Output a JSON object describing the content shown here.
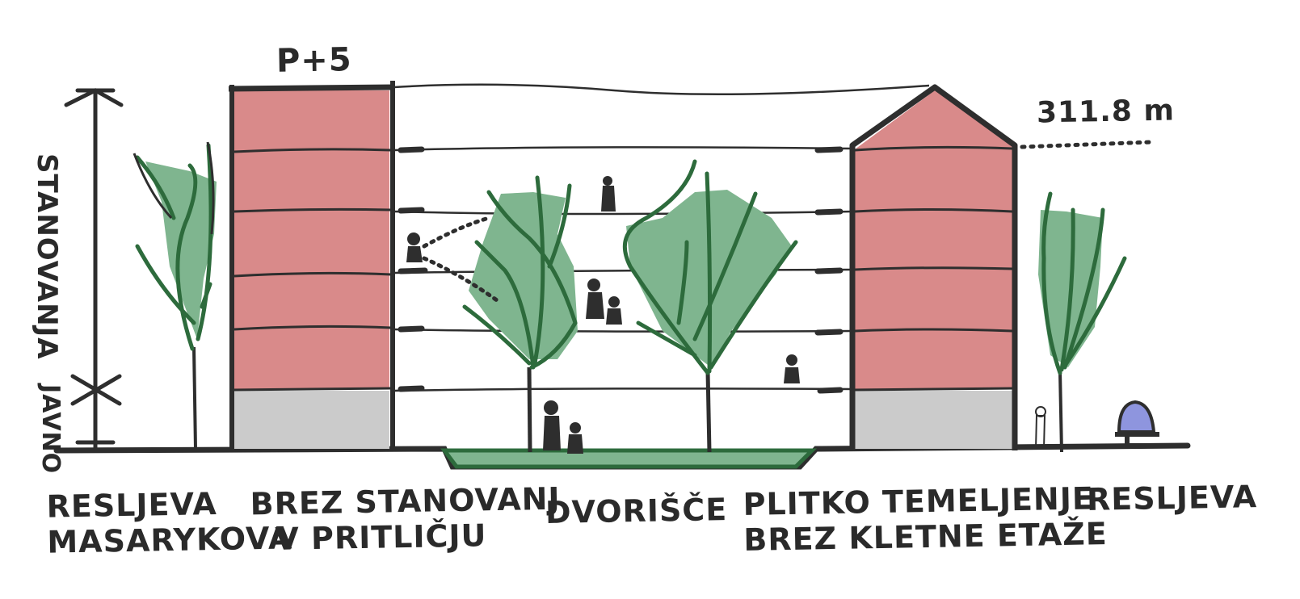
{
  "labels": {
    "top_tag": "P+5",
    "height_tag": "311.8 m",
    "axis_upper": "STANOVANJA",
    "axis_lower": "JAVNO",
    "left_street_line1": "RESLJEVA",
    "left_street_line2": "MASARYKOVA",
    "building_left_line1": "BREZ STANOVANJ",
    "building_left_line2": "V PRITLIČJU",
    "courtyard": "DVORIŠČE",
    "building_right_line1": "PLITKO TEMELJENJE",
    "building_right_line2": "BREZ KLETNE ETAŽE",
    "right_street": "RESLJEVA"
  },
  "colors": {
    "residential": "#d98a8a",
    "public_ground": "#cbcbcb",
    "greenery": "#7fb58f",
    "greenery_dark": "#2d6b3c",
    "ink": "#2e2e2e",
    "ground_figure": "#8e95de"
  }
}
